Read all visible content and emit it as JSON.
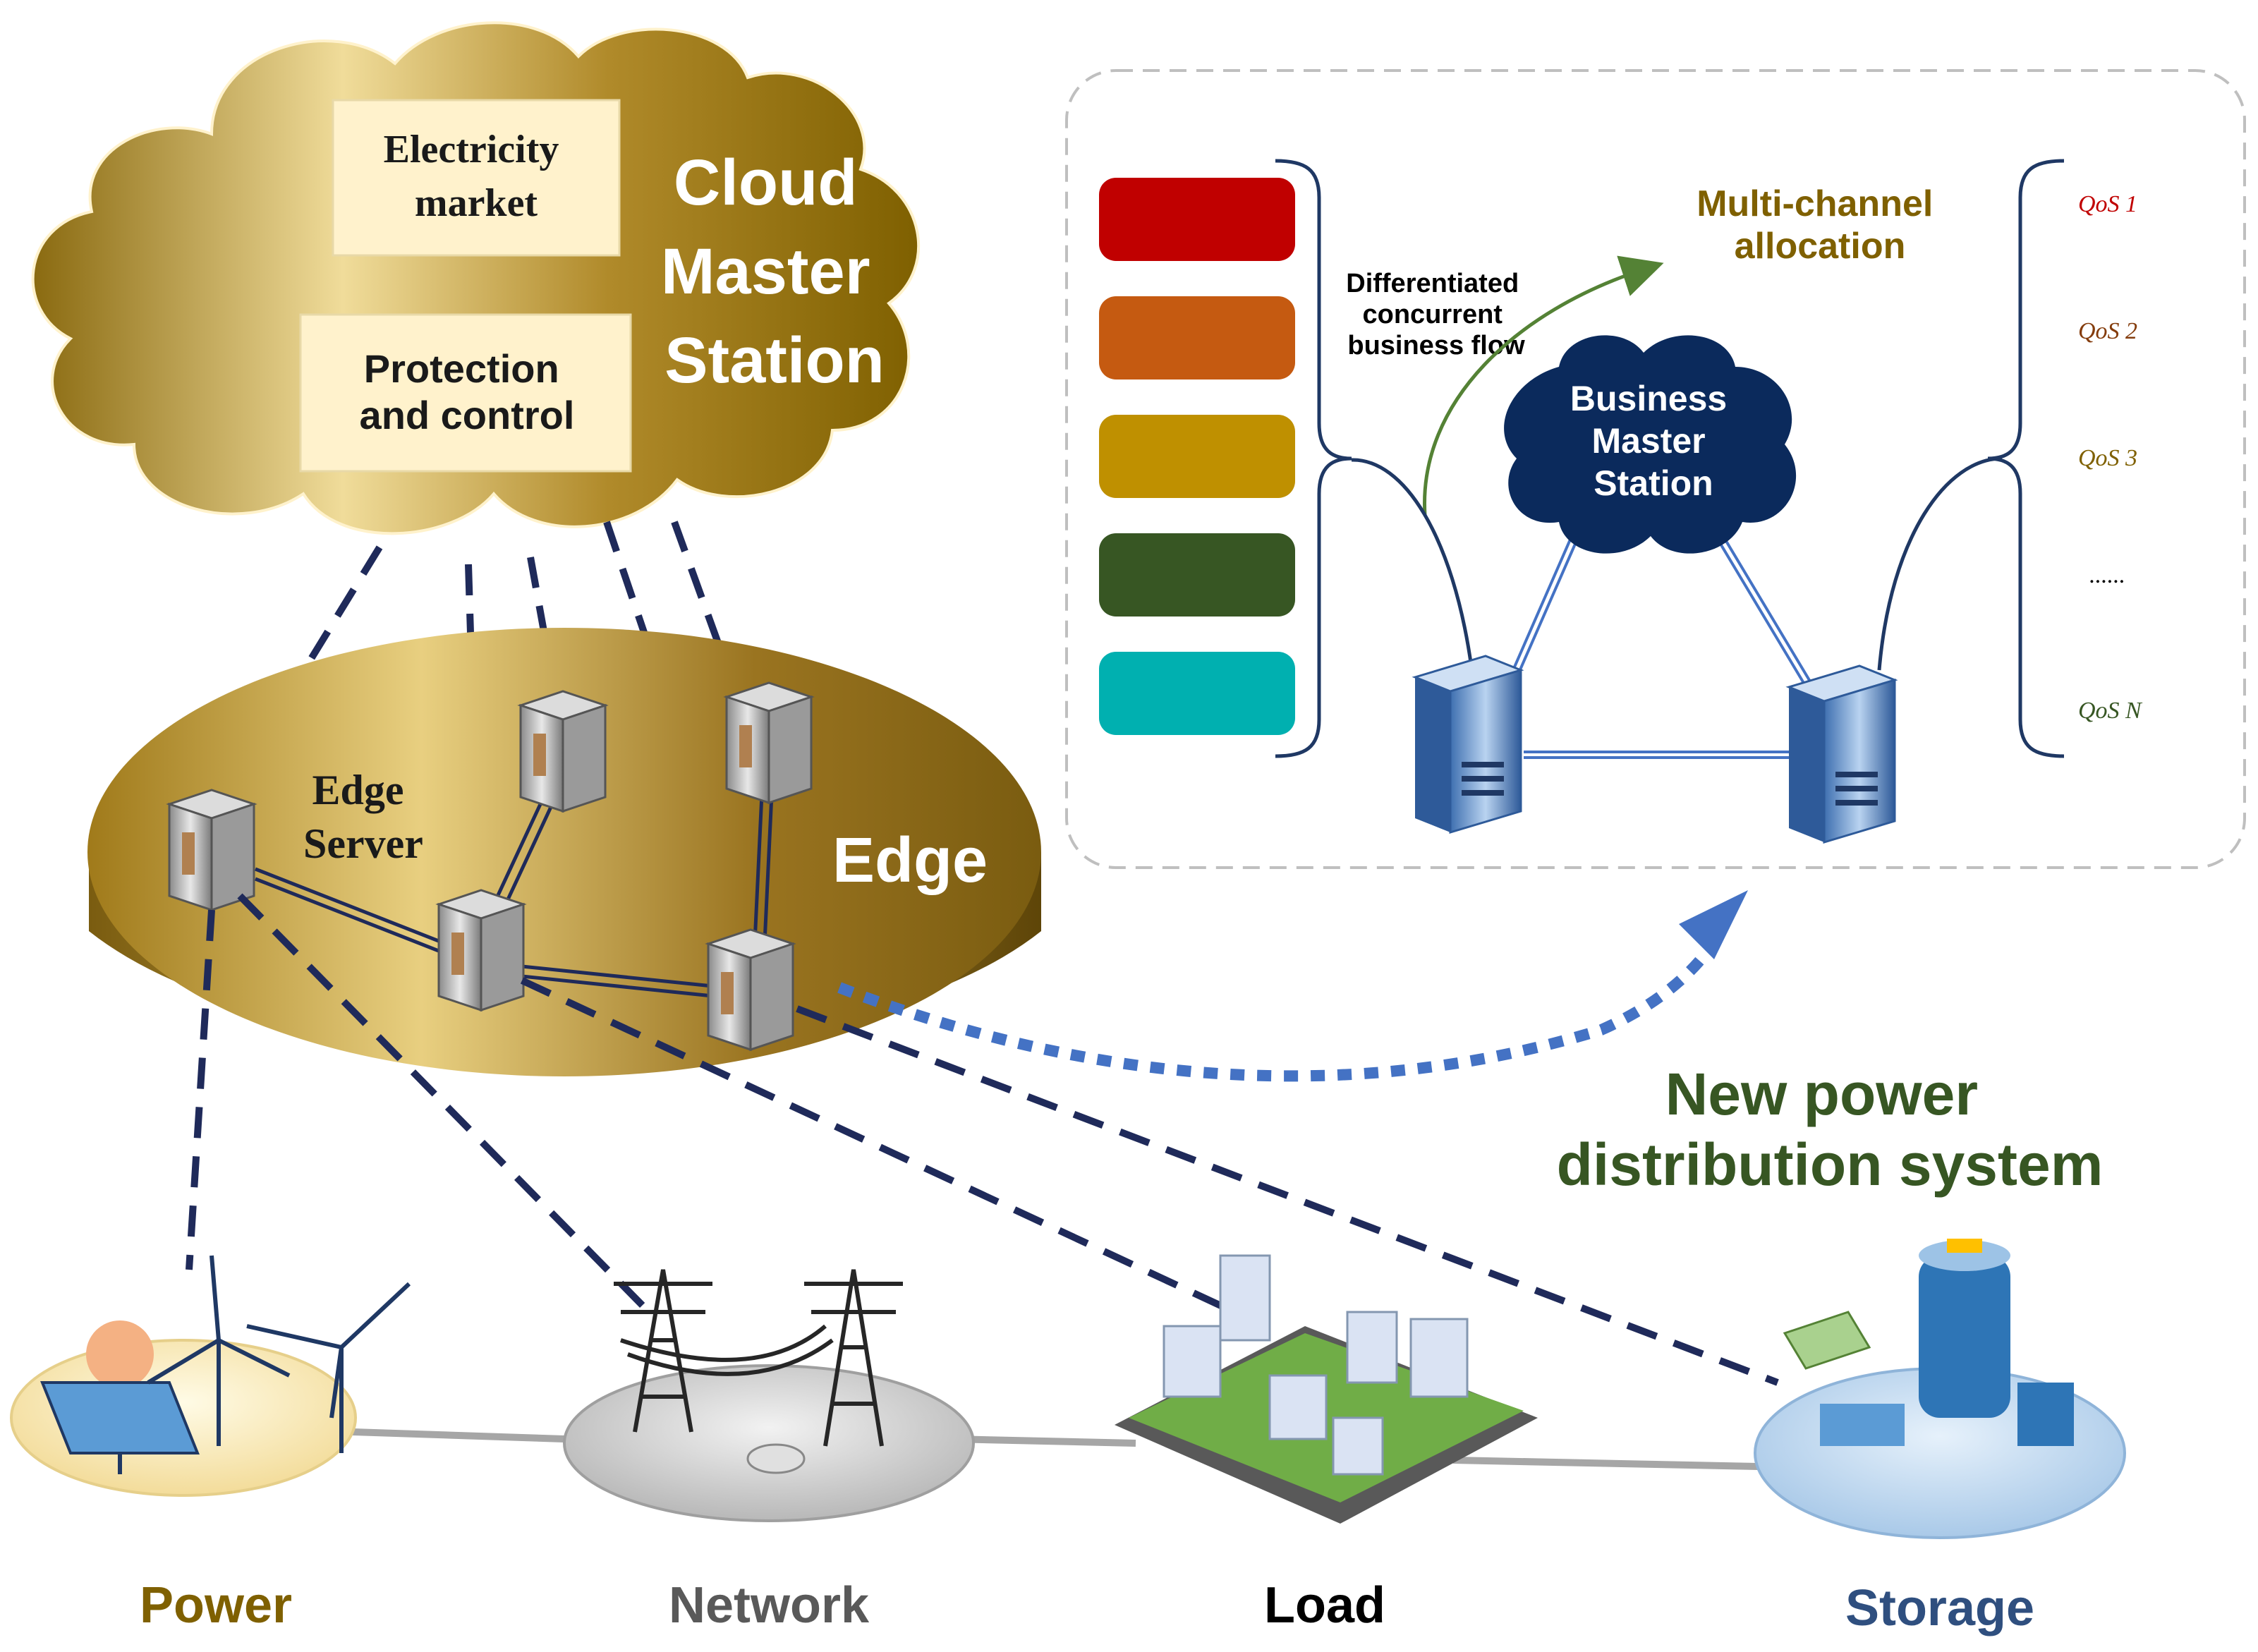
{
  "cloud": {
    "title_lines": [
      "Cloud",
      "Master",
      "Station"
    ],
    "box1_lines": [
      "Electricity",
      "market"
    ],
    "box2_lines": [
      "Protection",
      "and control"
    ]
  },
  "edge": {
    "title": "Edge",
    "server_label_lines": [
      "Edge",
      "Server"
    ]
  },
  "detail": {
    "flow_label_lines": [
      "Differentiated",
      "concurrent",
      "business flow"
    ],
    "allocation_lines": [
      "Multi-channel",
      "allocation"
    ],
    "business_station_lines": [
      "Business",
      "Master",
      "Station"
    ],
    "flow_colors": [
      "#c00000",
      "#c55a11",
      "#bf9000",
      "#375623",
      "#00b0b0"
    ],
    "qos_labels": [
      "QoS 1",
      "QoS 2",
      "QoS 3",
      "......",
      "QoS N"
    ]
  },
  "system_title_lines": [
    "New power",
    "distribution system"
  ],
  "bottom_labels": {
    "power": "Power",
    "network": "Network",
    "load": "Load",
    "storage": "Storage"
  },
  "colors": {
    "gold_dark": "#7f6000",
    "gold_light": "#fff2cc",
    "navy": "#1f2a5a",
    "title_green": "#375623",
    "label_gold": "#7f6000",
    "label_gray": "#595959",
    "label_blue": "#2f4f7f",
    "business_cloud": "#0b2a5c"
  }
}
